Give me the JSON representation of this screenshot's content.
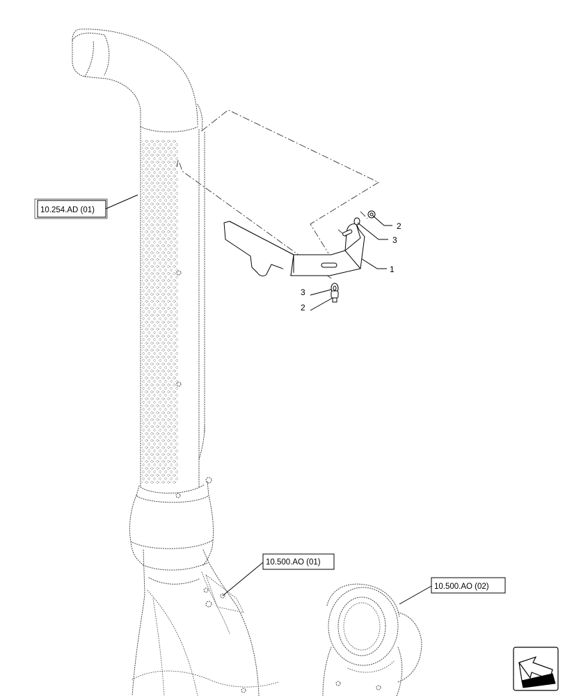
{
  "callouts": [
    {
      "label": "1"
    },
    {
      "label": "2"
    },
    {
      "label": "3"
    },
    {
      "label": "3"
    },
    {
      "label": "2"
    }
  ],
  "references": [
    {
      "label": "10.254.AD (01)"
    },
    {
      "label": "10.500.AO (01)"
    },
    {
      "label": "10.500.AO (02)"
    }
  ],
  "icons": {
    "view_direction": "view-direction-arrow-icon"
  }
}
